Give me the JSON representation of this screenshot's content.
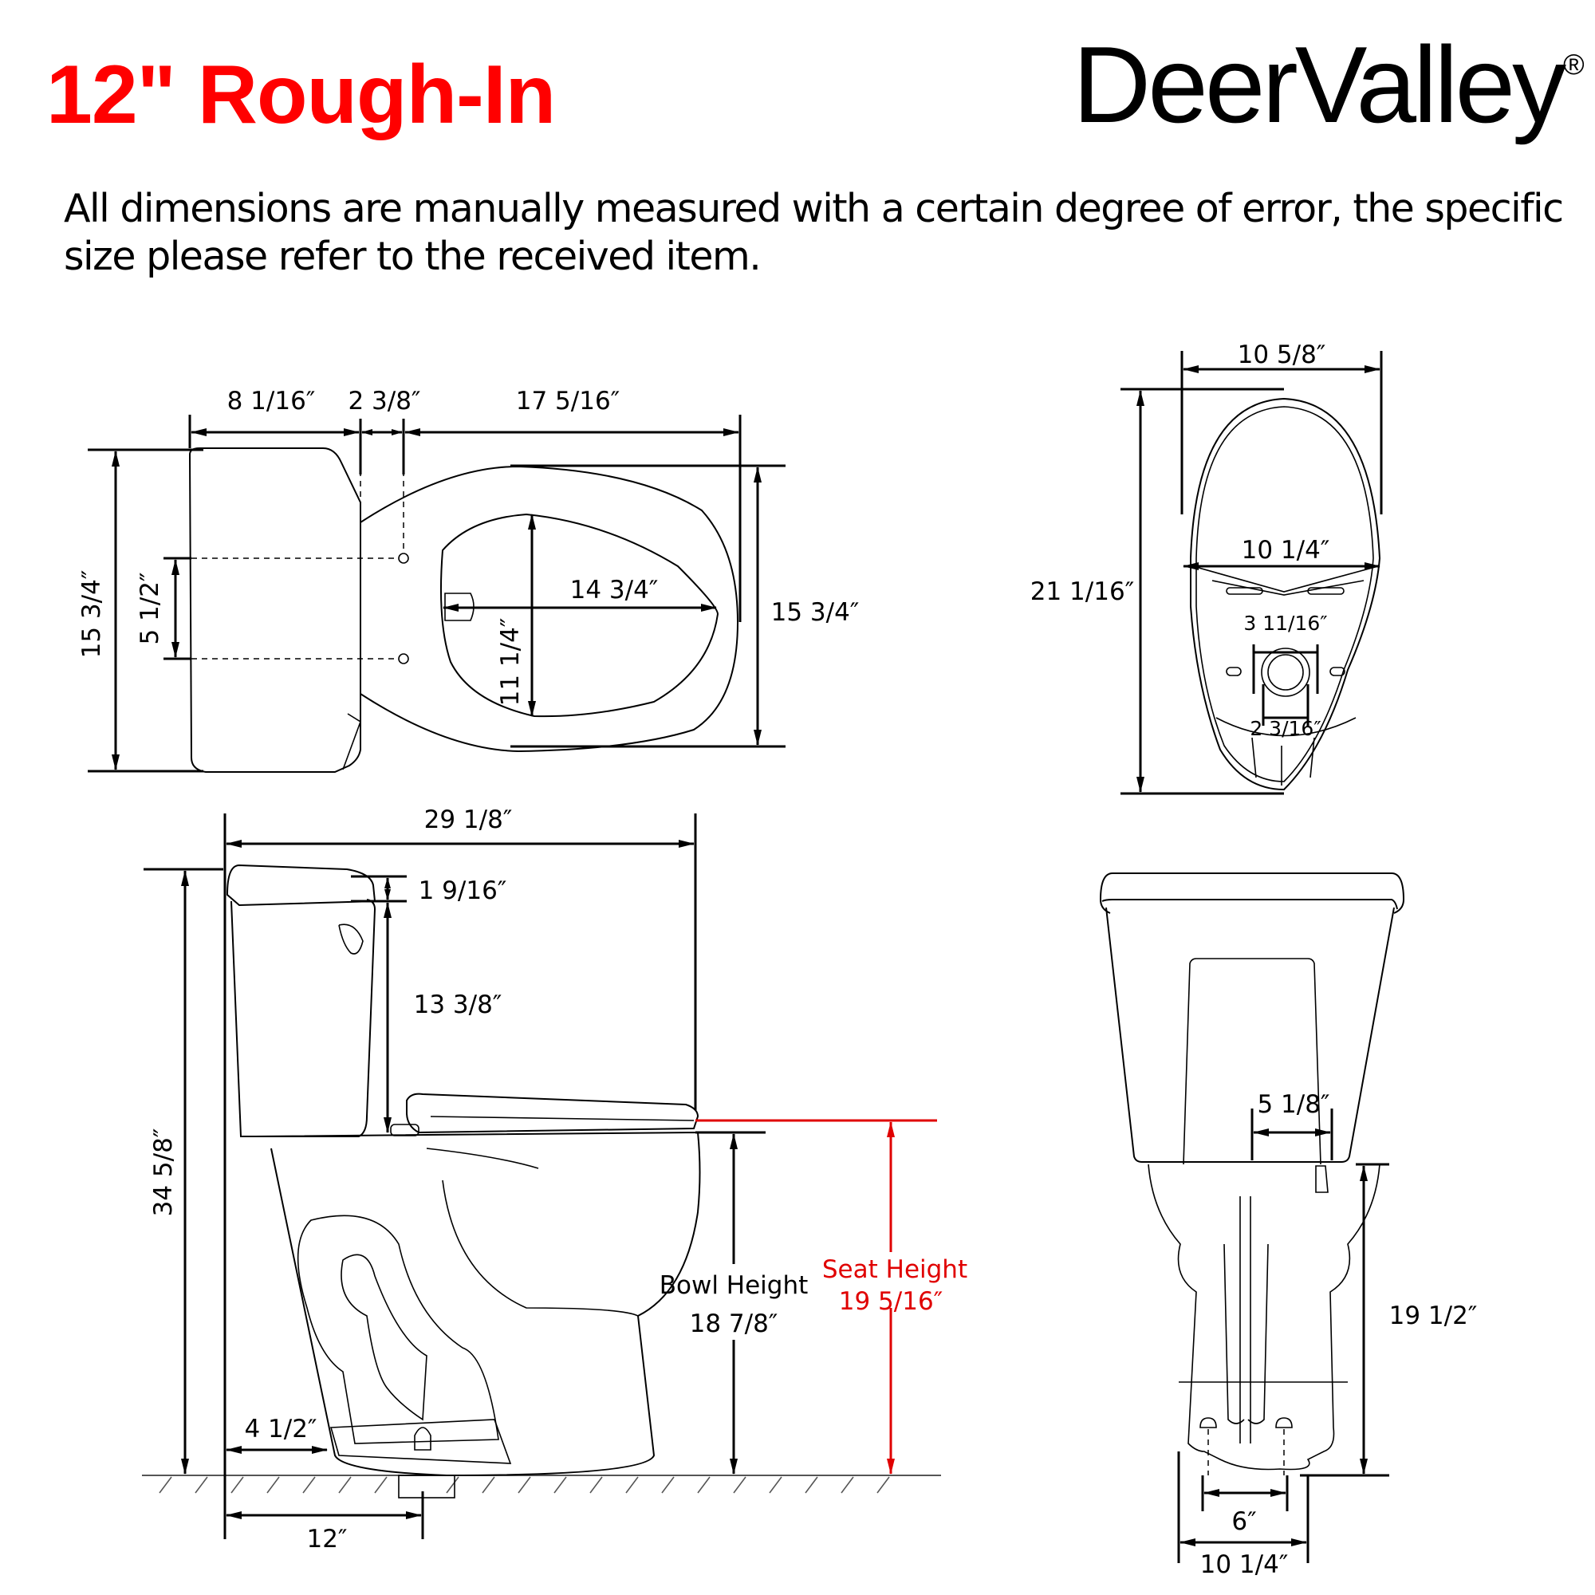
{
  "header": {
    "title": "12\" Rough-In",
    "brand": "DeerValley",
    "brand_mark": "®",
    "disclaimer": "All dimensions are manually measured with a certain degree of error, the specific size please refer to the received item."
  },
  "colors": {
    "title": "#ff0000",
    "seat_height": "#e00000",
    "lines": "#000000",
    "background": "#ffffff"
  },
  "top_view": {
    "tank_depth": "8 1/16″",
    "gap_to_bolts": "2 3/8″",
    "bolts_to_front": "17 5/16″",
    "tank_width": "15 3/4″",
    "bolt_spacing": "5 1/2″",
    "bowl_opening_length": "14 3/4″",
    "bowl_opening_width": "11 1/4″",
    "bowl_width": "15 3/4″"
  },
  "bottom_view": {
    "outer_width": "10 5/8″",
    "inner_width": "10 1/4″",
    "length": "21 1/16″",
    "outlet_outer": "3 11/16″",
    "outlet_inner": "2 3/16″"
  },
  "side_view": {
    "overall_length": "29 1/8″",
    "lid_thickness": "1 9/16″",
    "tank_height": "13 3/8″",
    "overall_height": "34 5/8″",
    "bowl_height_label": "Bowl Height",
    "bowl_height": "18 7/8″",
    "seat_height_label": "Seat Height",
    "seat_height": "19 5/16″",
    "wall_to_base": "4 1/2″",
    "rough_in": "12″"
  },
  "rear_view": {
    "supply_offset": "5 1/8″",
    "bowl_height": "19 1/2″",
    "bolt_spacing": "6″",
    "base_width": "10 1/4″"
  }
}
